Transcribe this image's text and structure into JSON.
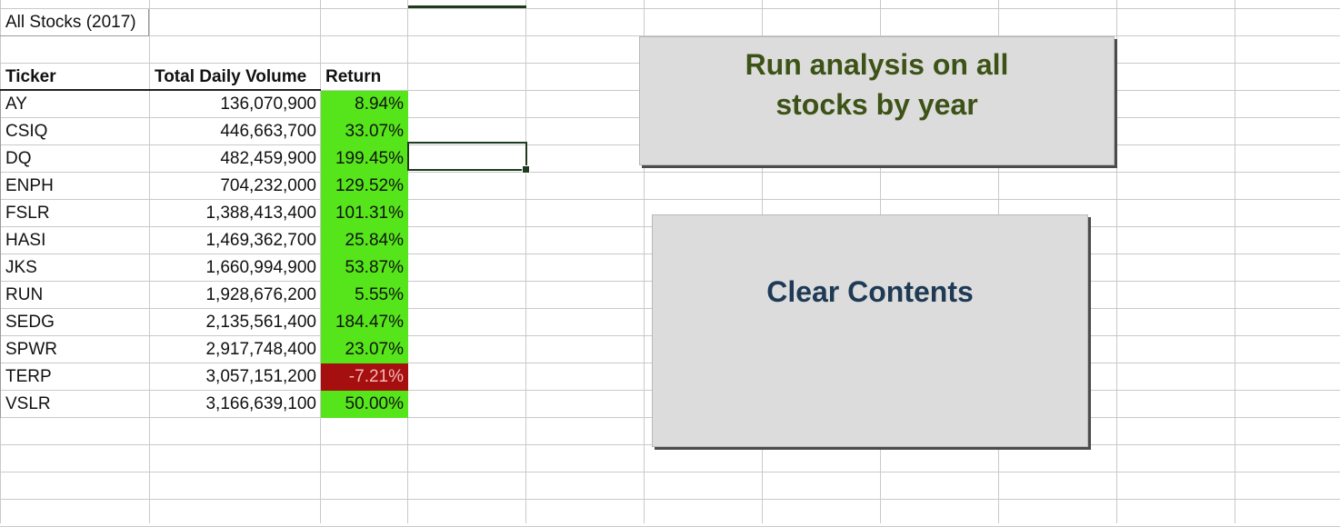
{
  "sheet": {
    "title": "All Stocks (2017)",
    "headers": {
      "ticker": "Ticker",
      "volume": "Total Daily Volume",
      "return": "Return"
    },
    "rows": [
      {
        "ticker": "AY",
        "volume": "136,070,900",
        "return": "8.94%"
      },
      {
        "ticker": "CSIQ",
        "volume": "446,663,700",
        "return": "33.07%"
      },
      {
        "ticker": "DQ",
        "volume": "482,459,900",
        "return": "199.45%"
      },
      {
        "ticker": "ENPH",
        "volume": "704,232,000",
        "return": "129.52%"
      },
      {
        "ticker": "FSLR",
        "volume": "1,388,413,400",
        "return": "101.31%"
      },
      {
        "ticker": "HASI",
        "volume": "1,469,362,700",
        "return": "25.84%"
      },
      {
        "ticker": "JKS",
        "volume": "1,660,994,900",
        "return": "53.87%"
      },
      {
        "ticker": "RUN",
        "volume": "1,928,676,200",
        "return": "5.55%"
      },
      {
        "ticker": "SEDG",
        "volume": "2,135,561,400",
        "return": "184.47%"
      },
      {
        "ticker": "SPWR",
        "volume": "2,917,748,400",
        "return": "23.07%"
      },
      {
        "ticker": "TERP",
        "volume": "3,057,151,200",
        "return": "-7.21%"
      },
      {
        "ticker": "VSLR",
        "volume": "3,166,639,100",
        "return": "50.00%"
      }
    ]
  },
  "buttons": {
    "run_label": "Run analysis on all stocks by year",
    "clear_label": "Clear Contents"
  },
  "colors": {
    "positive_fill": "#56e51a",
    "negative_fill": "#a50f0f",
    "run_text": "#3d5216",
    "clear_text": "#1e3a55"
  }
}
